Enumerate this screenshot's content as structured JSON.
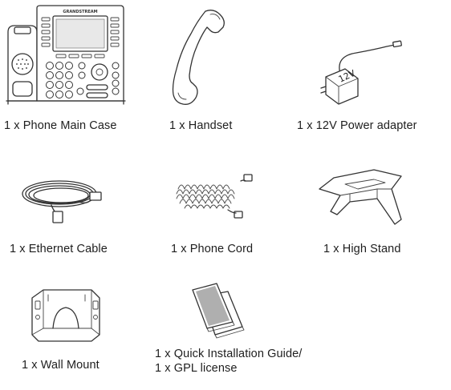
{
  "items": [
    {
      "key": "phone_main_case",
      "caption": "1 x Phone Main Case"
    },
    {
      "key": "handset",
      "caption": "1 x Handset"
    },
    {
      "key": "power_adapter",
      "caption": "1 x 12V Power adapter"
    },
    {
      "key": "ethernet_cable",
      "caption": "1 x Ethernet Cable"
    },
    {
      "key": "phone_cord",
      "caption": "1 x Phone Cord"
    },
    {
      "key": "high_stand",
      "caption": "1 x High Stand"
    },
    {
      "key": "wall_mount",
      "caption": "1 x Wall Mount"
    },
    {
      "key": "quick_guide",
      "caption": "1 x Quick Installation Guide/",
      "caption_line2": "1 x GPL license"
    }
  ],
  "labels": {
    "brand": "GRANDSTREAM",
    "adapter_voltage": "12V"
  },
  "colors": {
    "line": "#333333",
    "background": "#ffffff",
    "caption": "#1e1e1e"
  }
}
